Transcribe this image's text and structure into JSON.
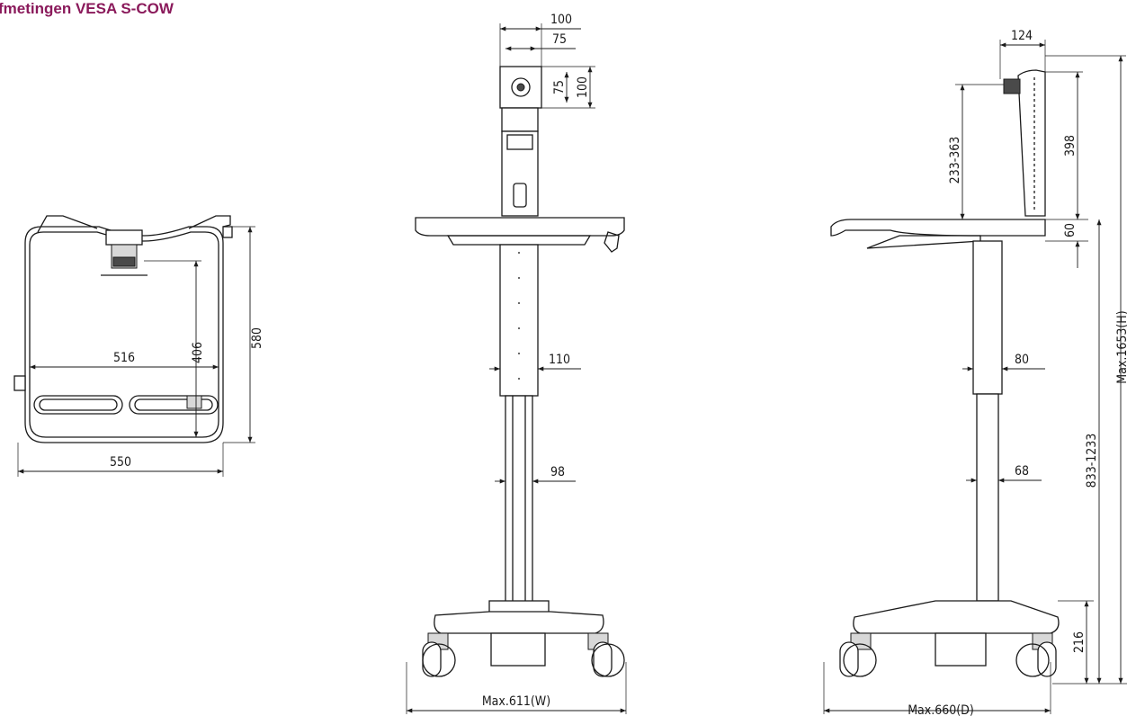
{
  "title": "fmetingen VESA S-COW",
  "dimensions": {
    "top_view": {
      "depth_inner": "516",
      "width_total": "550",
      "mount_depth": "406",
      "depth_total": "580"
    },
    "front_view": {
      "vesa_outer_w": "100",
      "vesa_inner_w": "75",
      "vesa_inner_h": "75",
      "vesa_outer_h": "100",
      "column_upper": "110",
      "column_lower": "98",
      "base_width": "Max.611(W)"
    },
    "side_view": {
      "mount_offset": "124",
      "monitor_range": "233-363",
      "monitor_height": "398",
      "worksurface": "60",
      "column_upper": "80",
      "column_lower": "68",
      "height_range": "833-1233",
      "max_height": "Max.1653(H)",
      "base_height": "216",
      "base_depth": "Max.660(D)"
    }
  }
}
